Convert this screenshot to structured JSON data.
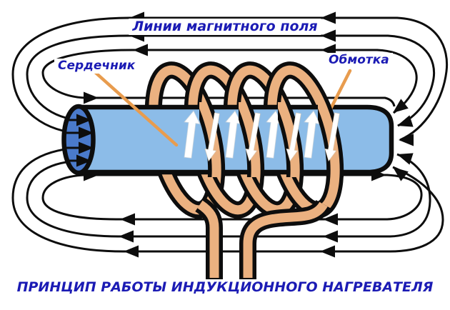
{
  "labels": {
    "field_lines": "Линии магнитного поля",
    "core": "Сердечник",
    "winding": "Обмотка",
    "title": "ПРИНЦИП РАБОТЫ ИНДУКЦИОННОГО НАГРЕВАТЕЛЯ"
  },
  "colors": {
    "background": "#FFFFFF",
    "label_text": "#1B1BB4",
    "field_line": "#0D0D0D",
    "tube_fill": "#8CBCE8",
    "tube_end_fill": "#4A7ACB",
    "coil_fill": "#EBB180",
    "coil_outline": "#0D0D0D",
    "leader_line": "#E89C4E",
    "flux_arrow": "#FFFFFF"
  },
  "diagram": {
    "type": "physics-schematic",
    "subject": "induction heater operating principle",
    "winding_turns": 4,
    "core_flux_arrows": 4,
    "winding_current_arrows": 4,
    "top_field_lines": 3,
    "bottom_field_lines": 3,
    "core_end_entry_arrows": 4,
    "right_end_fan_arrows": 5
  }
}
